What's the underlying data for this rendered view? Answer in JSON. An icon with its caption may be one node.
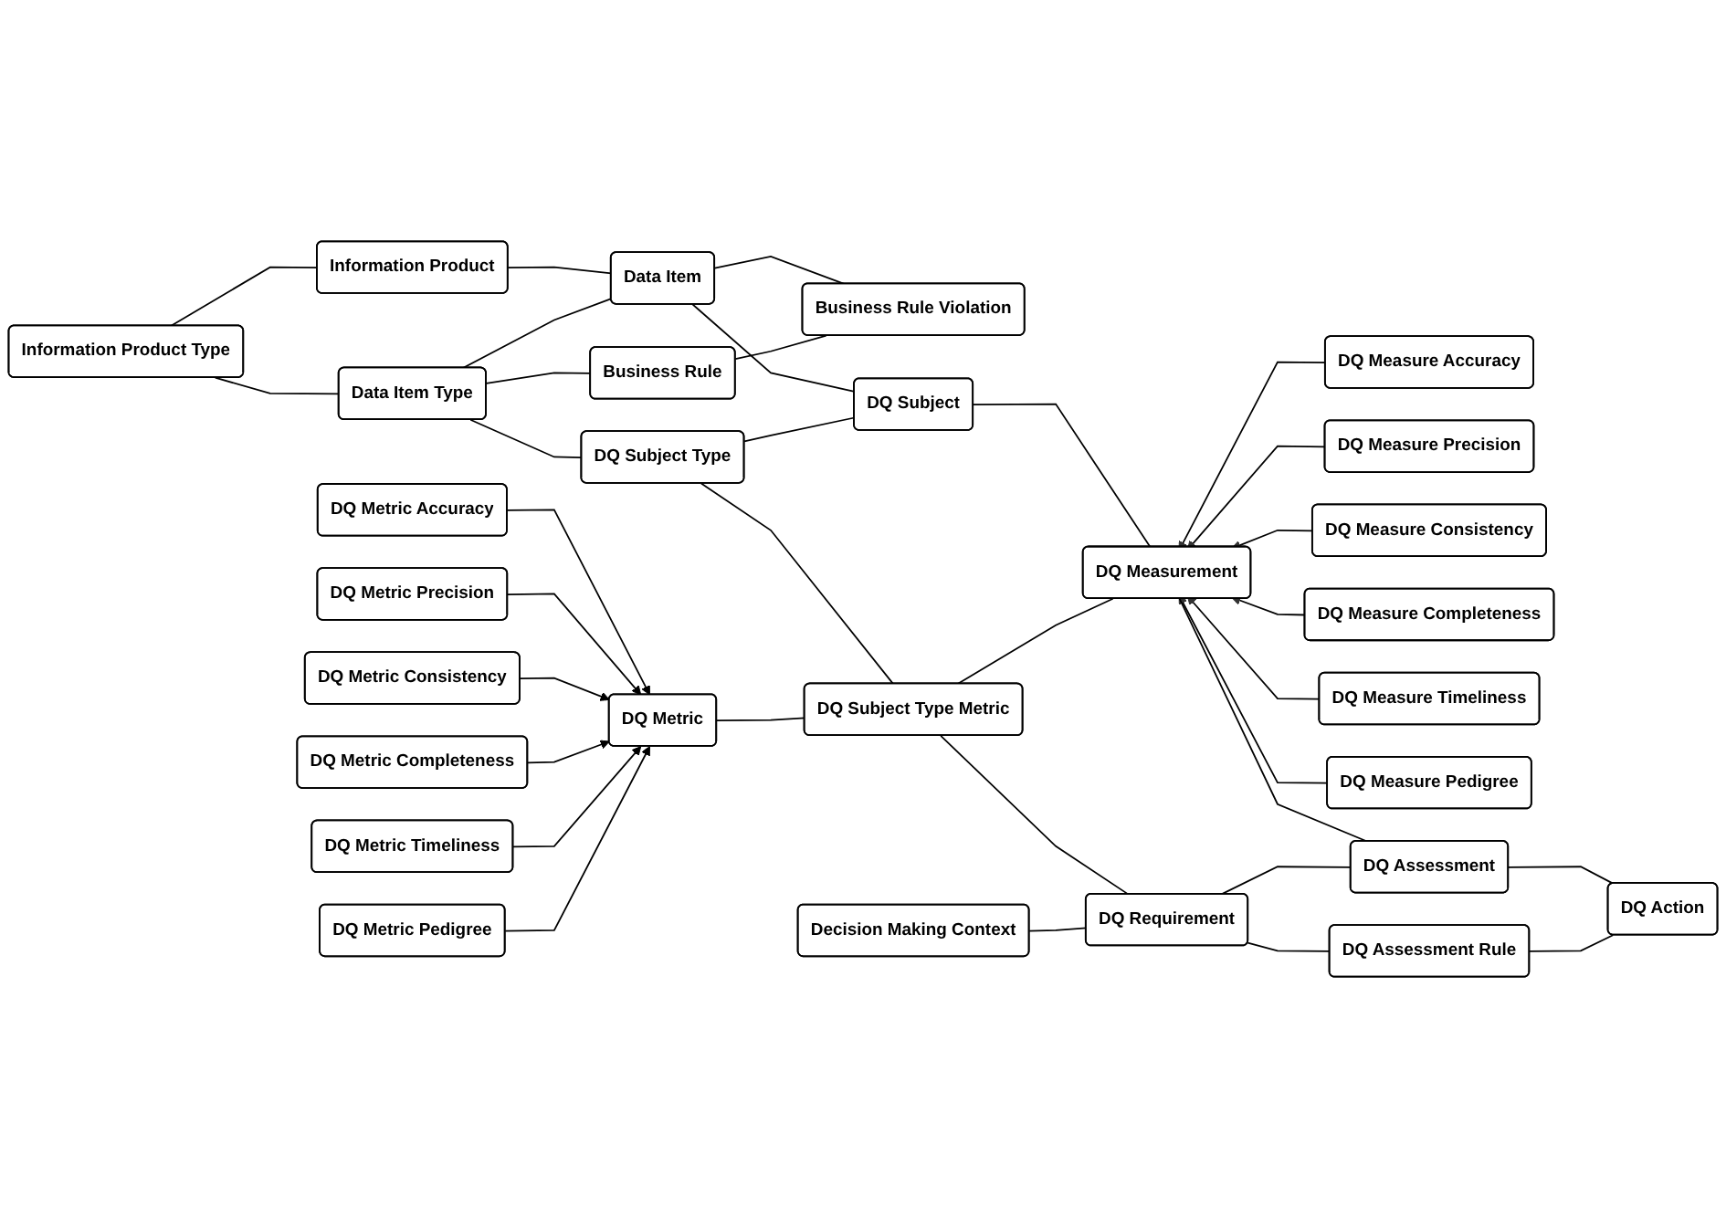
{
  "diagram": {
    "nodes": [
      {
        "text": [
          "Information Product Type"
        ]
      },
      {
        "text": [
          "Information Product"
        ]
      },
      {
        "text": [
          "Data Item Type"
        ]
      },
      {
        "text": [
          "Data Item"
        ]
      },
      {
        "text": [
          "Business Rule"
        ]
      },
      {
        "text": [
          "Business Rule Violation"
        ]
      },
      {
        "text": [
          "DQ Metric Accuracy"
        ]
      },
      {
        "text": [
          "DQ Metric Precision"
        ]
      },
      {
        "text": [
          "DQ Metric Consistency"
        ]
      },
      {
        "text": [
          "DQ Metric Completeness"
        ]
      },
      {
        "text": [
          "DQ Metric Timeliness"
        ]
      },
      {
        "text": [
          "DQ Metric Pedigree"
        ]
      },
      {
        "text": [
          "DQ Subject Type"
        ]
      },
      {
        "text": [
          "DQ Subject"
        ]
      },
      {
        "text": [
          "DQ Metric"
        ]
      },
      {
        "text": [
          "DQ Subject Type Metric"
        ]
      },
      {
        "text": [
          "DQ Measurement"
        ]
      },
      {
        "text": [
          "DQ Measure Accuracy"
        ]
      },
      {
        "text": [
          "DQ Measure Precision"
        ]
      },
      {
        "text": [
          "DQ Measure Consistency"
        ]
      },
      {
        "text": [
          "DQ Measure Completeness"
        ]
      },
      {
        "text": [
          "DQ Measure Timeliness"
        ]
      },
      {
        "text": [
          "DQ Measure Pedigree"
        ]
      },
      {
        "text": [
          "Decision Making Context"
        ]
      },
      {
        "text": [
          "DQ Requirement"
        ]
      },
      {
        "text": [
          "DQ Assessment"
        ]
      },
      {
        "text": [
          "DQ Assessment Rule"
        ]
      },
      {
        "text": [
          "DQ Action"
        ]
      }
    ],
    "edges": [
      {
        "from": 0,
        "to": 1,
        "arrow": "none"
      },
      {
        "from": 0,
        "to": 2,
        "arrow": "none"
      },
      {
        "from": 1,
        "to": 3,
        "arrow": "none"
      },
      {
        "from": 2,
        "to": 3,
        "arrow": "none"
      },
      {
        "from": 2,
        "to": 4,
        "arrow": "none"
      },
      {
        "from": 3,
        "to": 5,
        "arrow": "none"
      },
      {
        "from": 4,
        "to": 5,
        "arrow": "none"
      },
      {
        "from": 2,
        "to": 12,
        "arrow": "none"
      },
      {
        "from": 3,
        "to": 13,
        "arrow": "none"
      },
      {
        "from": 12,
        "to": 13,
        "arrow": "none"
      },
      {
        "from": 12,
        "to": 15,
        "arrow": "none"
      },
      {
        "from": 13,
        "to": 16,
        "arrow": "none"
      },
      {
        "from": 6,
        "to": 14,
        "arrow": "to"
      },
      {
        "from": 7,
        "to": 14,
        "arrow": "to"
      },
      {
        "from": 8,
        "to": 14,
        "arrow": "to"
      },
      {
        "from": 9,
        "to": 14,
        "arrow": "to"
      },
      {
        "from": 10,
        "to": 14,
        "arrow": "to"
      },
      {
        "from": 11,
        "to": 14,
        "arrow": "to"
      },
      {
        "from": 14,
        "to": 15,
        "arrow": "none"
      },
      {
        "from": 15,
        "to": 16,
        "arrow": "none"
      },
      {
        "from": 17,
        "to": 16,
        "arrow": "to"
      },
      {
        "from": 18,
        "to": 16,
        "arrow": "to"
      },
      {
        "from": 19,
        "to": 16,
        "arrow": "to"
      },
      {
        "from": 20,
        "to": 16,
        "arrow": "to"
      },
      {
        "from": 21,
        "to": 16,
        "arrow": "to"
      },
      {
        "from": 22,
        "to": 16,
        "arrow": "to"
      },
      {
        "from": 15,
        "to": 24,
        "arrow": "none"
      },
      {
        "from": 16,
        "to": 25,
        "arrow": "none"
      },
      {
        "from": 23,
        "to": 24,
        "arrow": "none"
      },
      {
        "from": 24,
        "to": 25,
        "arrow": "none"
      },
      {
        "from": 24,
        "to": 26,
        "arrow": "none"
      },
      {
        "from": 25,
        "to": 27,
        "arrow": "none"
      },
      {
        "from": 26,
        "to": 27,
        "arrow": "none"
      }
    ]
  }
}
